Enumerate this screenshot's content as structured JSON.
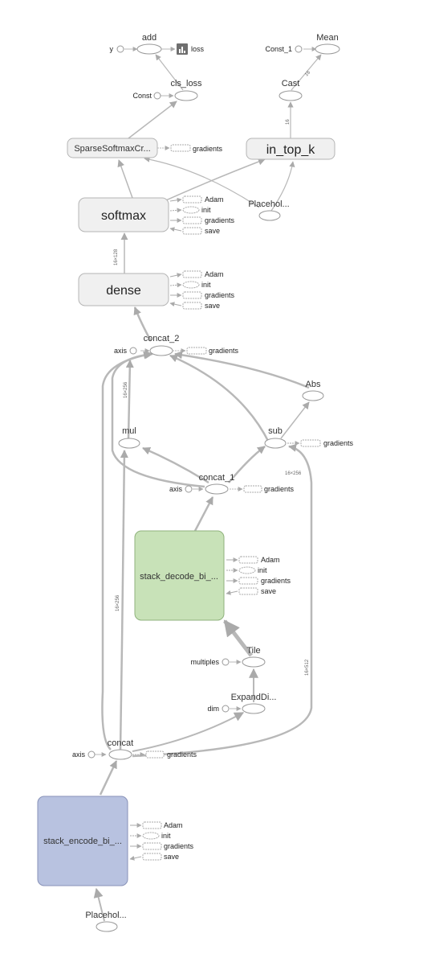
{
  "nodes": {
    "add": "add",
    "y": "y",
    "loss": "loss",
    "mean": "Mean",
    "const_1": "Const_1",
    "cast": "Cast",
    "cls_loss": "cls_loss",
    "const": "Const",
    "sparse": "SparseSoftmaxCr...",
    "gradients_sparse": "gradients",
    "in_top_k": "in_top_k",
    "placeholder_top": "Placehol...",
    "softmax": "softmax",
    "dense": "dense",
    "concat_2": "concat_2",
    "axis_concat_2": "axis",
    "gradients_concat_2": "gradients",
    "abs": "Abs",
    "mul": "mul",
    "sub": "sub",
    "gradients_sub": "gradients",
    "concat_1": "concat_1",
    "axis_concat_1": "axis",
    "gradients_concat_1": "gradients",
    "stack_decode": "stack_decode_bi_...",
    "tile": "Tile",
    "multiples": "multiples",
    "expand": "ExpandDi...",
    "dim": "dim",
    "concat": "concat",
    "axis_concat": "axis",
    "gradients_concat": "gradients",
    "stack_encode": "stack_encode_bi_...",
    "placeholder_bottom": "Placehol..."
  },
  "aux_labels": {
    "adam": "Adam",
    "init": "init",
    "gradients": "gradients",
    "save": "save"
  },
  "edge_labels": {
    "e1": "16×128",
    "e2": "16×256",
    "e3": "16×256",
    "e4": "16×256",
    "e5": "16×512",
    "e6": "16",
    "e7": "16"
  },
  "colors": {
    "edge": "#b8b8b8",
    "meta_fill": "#f0f0f0",
    "meta_stroke": "#b5b5b5",
    "decode_fill": "#c8e2b8",
    "decode_stroke": "#8fb27c",
    "encode_fill": "#b8c2e0",
    "encode_stroke": "#8892b8",
    "op_stroke": "#999999",
    "loss_icon": "#6f6f6f"
  }
}
